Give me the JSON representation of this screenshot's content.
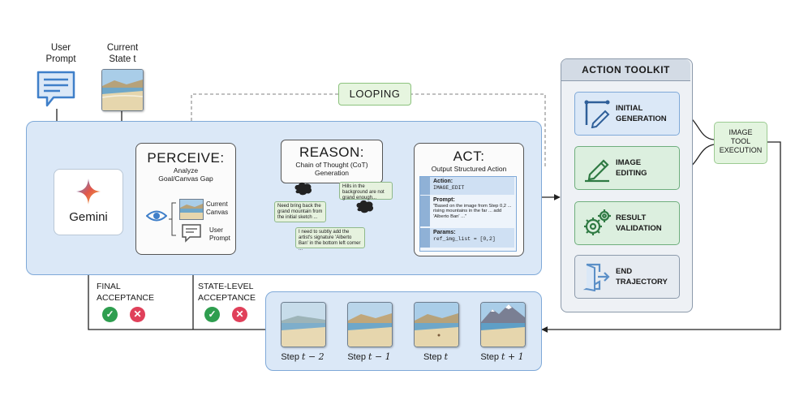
{
  "inputs": {
    "user_prompt": "User\nPrompt",
    "current_state": "Current\nState t"
  },
  "looping": "LOOPING",
  "gemini": {
    "name": "Gemini"
  },
  "perceive": {
    "title": "PERCEIVE:",
    "subtitle": "Analyze\nGoal/Canvas Gap",
    "items": [
      "Current\nCanvas",
      "User\nPrompt"
    ]
  },
  "reason": {
    "title": "REASON:",
    "subtitle": "Chain of Thought (CoT)\nGeneration",
    "thoughts": [
      "Hills in the background are not grand enough...",
      "Need bring back the grand mountain from the initial sketch ...",
      "I need to subtly add the artist's signature 'Alberto Ban' in the bottom left corner ..."
    ]
  },
  "act": {
    "title": "ACT:",
    "subtitle": "Output Structured Action",
    "action_label": "Action:",
    "action_value": "IMAGE_EDIT",
    "prompt_label": "Prompt:",
    "prompt_value": "\"Based on the image from Step 0,2 ... rising mountains in the far ... add 'Alberto Ban' ...\"",
    "params_label": "Params:",
    "params_value": "ref_img_list = [0,2]"
  },
  "toolkit": {
    "title": "ACTION TOOLKIT",
    "tools": [
      {
        "label": "INITIAL\nGENERATION",
        "icon": "pen-frame-icon"
      },
      {
        "label": "IMAGE\nEDITING",
        "icon": "pencil-line-icon"
      },
      {
        "label": "RESULT\nVALIDATION",
        "icon": "gears-icon"
      },
      {
        "label": "END\nTRAJECTORY",
        "icon": "exit-door-icon"
      }
    ]
  },
  "execution": "IMAGE\nTOOL\nEXECUTION",
  "acceptance": {
    "final": "FINAL\nACCEPTANCE",
    "state_level": "STATE-LEVEL\nACCEPTANCE"
  },
  "steps": {
    "labels": [
      {
        "word": "Step",
        "math": "t − 2"
      },
      {
        "word": "Step",
        "math": "t − 1"
      },
      {
        "word": "Step",
        "math": "t"
      },
      {
        "word": "Step",
        "math": "t + 1"
      }
    ]
  },
  "colors": {
    "panel_blue": "#dbe8f7",
    "panel_border": "#7fa9d8",
    "green_box": "#dcefdf",
    "accept_green": "#2e9e4f",
    "reject_red": "#e0405a"
  }
}
